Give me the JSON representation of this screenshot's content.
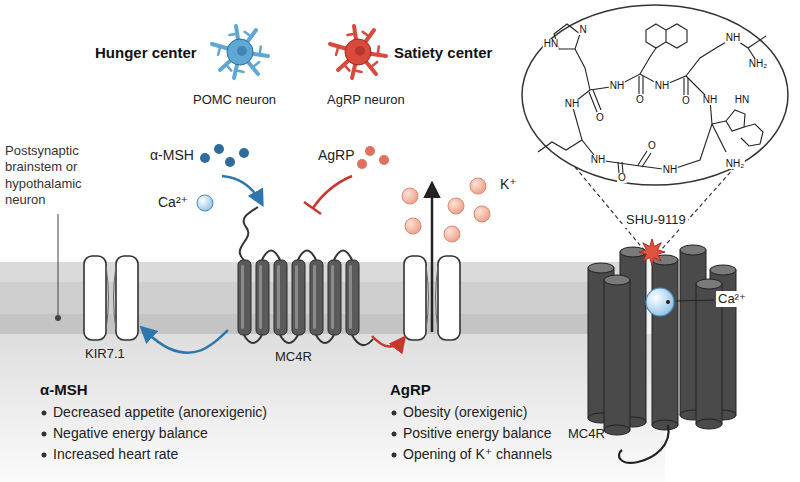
{
  "diagram": {
    "nodes": [
      {
        "text": [
          "Hunger center",
          "POMC neuron"
        ]
      },
      {
        "text": [
          "Satiety center",
          "AgRP neuron"
        ]
      },
      {
        "text": [
          "KIR7.1"
        ]
      },
      {
        "text": [
          "MC4R"
        ]
      },
      {
        "text": [
          "MC4R"
        ]
      }
    ],
    "edges": [
      {
        "from": 3,
        "to": 2,
        "arrow": "to"
      }
    ],
    "labels": [
      "Postsynaptic brainstem or hypothalamic neuron",
      "α-MSH",
      "Ca²⁺",
      "AgRP",
      "K⁺",
      "α-MSH",
      "Decreased appetite (anorexigenic)",
      "Negative energy balance",
      "Increased heart rate",
      "AgRP",
      "Obesity (orexigenic)",
      "Positive energy balance",
      "Opening of K⁺ channels",
      "SHU-9119",
      "Ca²⁺",
      "HN",
      "N",
      "NH",
      "O",
      "NH",
      "O",
      "NH",
      "NH",
      "NH₂",
      "HN",
      "NH₂",
      "NH",
      "O",
      "NH",
      "O",
      "O",
      "NH"
    ]
  }
}
